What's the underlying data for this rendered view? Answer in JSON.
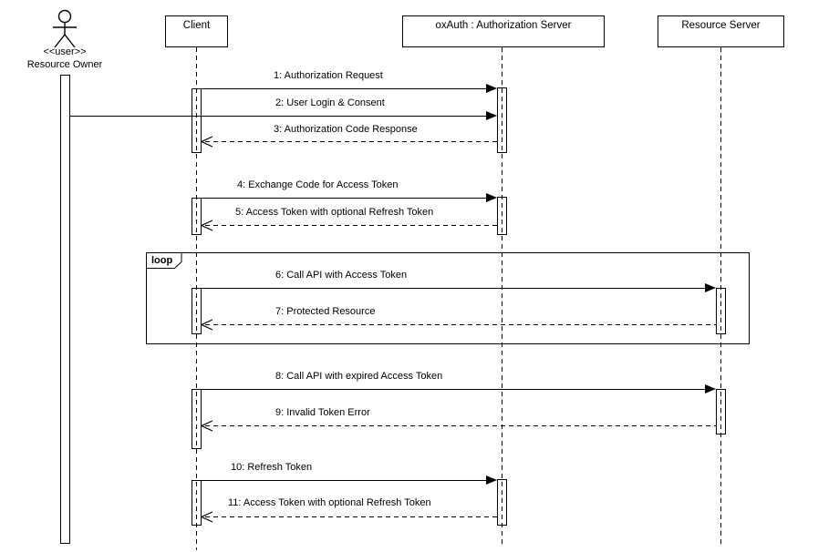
{
  "diagram": {
    "type": "uml-sequence-diagram",
    "actor": {
      "stereotype": "<<user>>",
      "name": "Resource Owner"
    },
    "lifelines": [
      {
        "id": "client",
        "label": "Client"
      },
      {
        "id": "oxauth",
        "label": "oxAuth : Authorization Server"
      },
      {
        "id": "resource-server",
        "label": "Resource Server"
      }
    ],
    "fragment": {
      "label": "loop",
      "covers_messages": [
        6,
        7
      ]
    },
    "messages": [
      {
        "num": 1,
        "text": "1: Authorization Request",
        "from": "client",
        "to": "oxauth",
        "kind": "sync"
      },
      {
        "num": 2,
        "text": "2: User Login & Consent",
        "from": "resource-owner",
        "to": "oxauth",
        "kind": "sync"
      },
      {
        "num": 3,
        "text": "3: Authorization Code Response",
        "from": "oxauth",
        "to": "client",
        "kind": "return"
      },
      {
        "num": 4,
        "text": "4: Exchange Code for Access Token",
        "from": "client",
        "to": "oxauth",
        "kind": "sync"
      },
      {
        "num": 5,
        "text": "5: Access Token with optional Refresh Token",
        "from": "oxauth",
        "to": "client",
        "kind": "return"
      },
      {
        "num": 6,
        "text": "6: Call API with Access Token",
        "from": "client",
        "to": "resource-server",
        "kind": "sync"
      },
      {
        "num": 7,
        "text": "7: Protected Resource",
        "from": "resource-server",
        "to": "client",
        "kind": "return"
      },
      {
        "num": 8,
        "text": "8: Call API with expired Access Token",
        "from": "client",
        "to": "resource-server",
        "kind": "sync"
      },
      {
        "num": 9,
        "text": "9: Invalid Token Error",
        "from": "resource-server",
        "to": "client",
        "kind": "return"
      },
      {
        "num": 10,
        "text": "10: Refresh Token",
        "from": "client",
        "to": "oxauth",
        "kind": "sync"
      },
      {
        "num": 11,
        "text": "11: Access Token with optional Refresh Token",
        "from": "oxauth",
        "to": "client",
        "kind": "return"
      }
    ],
    "colors": {
      "line": "#000000",
      "background": "#ffffff"
    }
  }
}
